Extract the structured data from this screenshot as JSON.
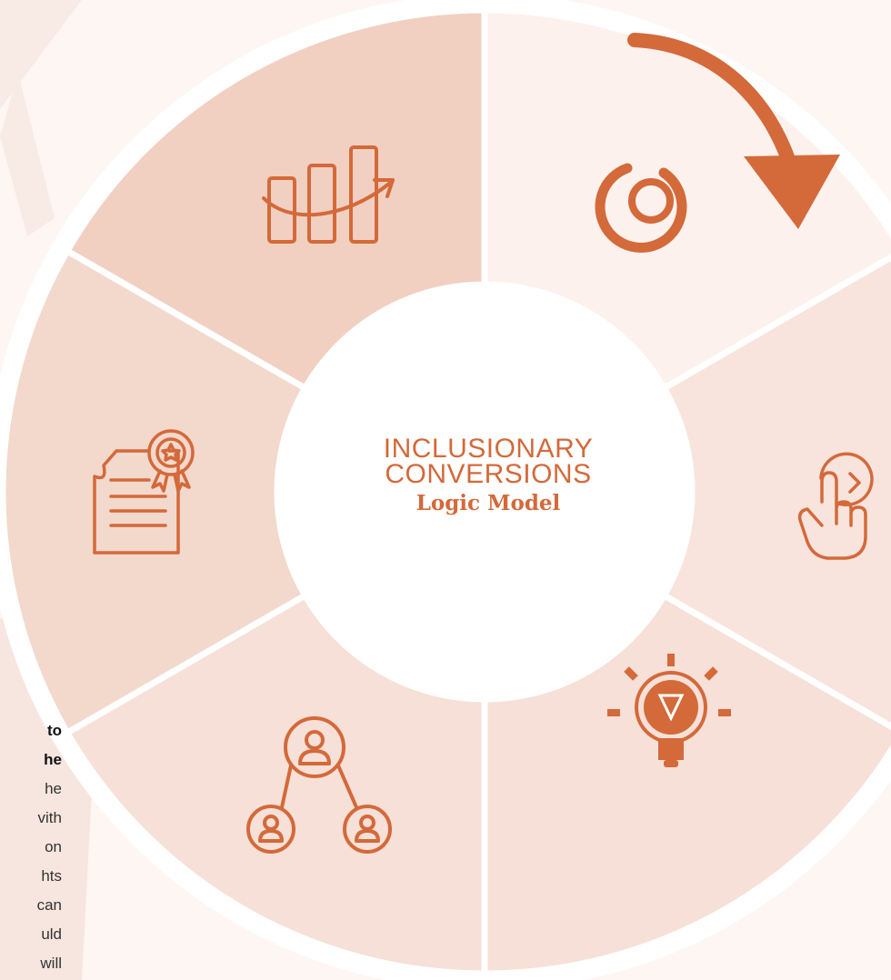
{
  "diagram": {
    "title_line1": "INCLUSIONARY",
    "title_line2": "CONVERSIONS",
    "subtitle": "Logic Model",
    "segments": [
      {
        "id": "goals",
        "icon": "target-icon",
        "fill": "#fcf1ec"
      },
      {
        "id": "activities",
        "icon": "pointer-hand-icon",
        "fill": "#f8e4dc"
      },
      {
        "id": "outputs",
        "icon": "lightbulb-icon",
        "fill": "#f6e0d7"
      },
      {
        "id": "outcomes",
        "icon": "network-people-icon",
        "fill": "#f6e0d7"
      },
      {
        "id": "impact",
        "icon": "certificate-icon",
        "fill": "#f3d8cc"
      },
      {
        "id": "growth",
        "icon": "growth-chart-icon",
        "fill": "#f1d0c2"
      }
    ]
  },
  "side_text": {
    "bold_lines": [
      "to",
      "he"
    ],
    "lines": [
      "he",
      "vith",
      "on",
      "hts",
      "can",
      "uld",
      "will"
    ]
  },
  "colors": {
    "accent": "#d4693a",
    "background": "#fdf6f3",
    "divider": "#ffffff"
  }
}
